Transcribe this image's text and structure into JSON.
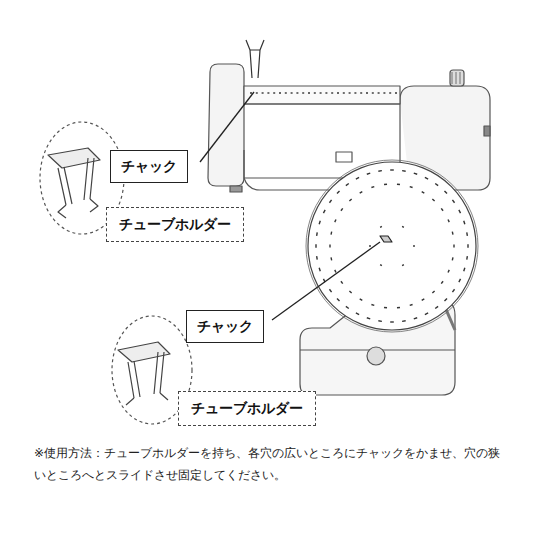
{
  "diagram": {
    "nodes": [
      {
        "text": [
          "チャック"
        ]
      },
      {
        "text": [
          "チューブホルダー"
        ]
      },
      {
        "text": [
          "チャック"
        ]
      },
      {
        "text": [
          "チューブホルダー"
        ]
      }
    ],
    "labels": [
      "※使用方法：チューブホルダーを持ち、各穴の広いところにチャックをかませ、穴の狭いところへとスライドさせ固定してください。"
    ]
  }
}
